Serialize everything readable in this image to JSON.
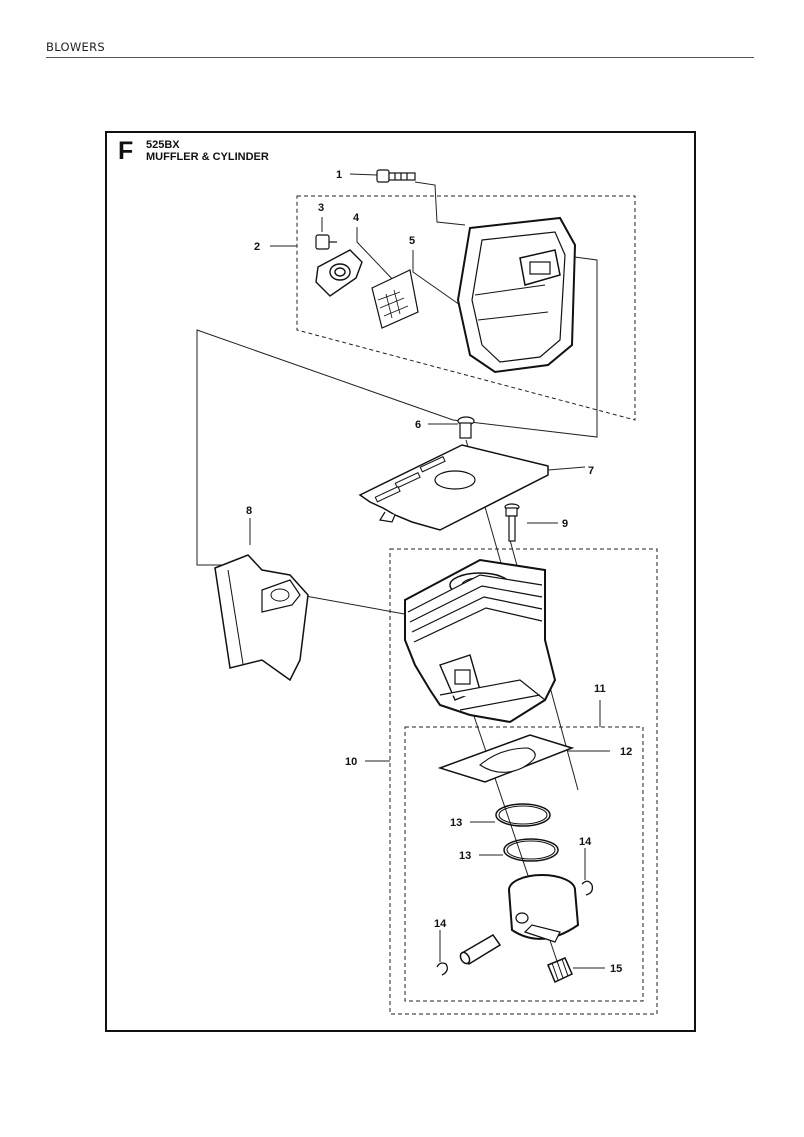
{
  "header": {
    "section_label": "BLOWERS"
  },
  "diagram": {
    "section_letter": "F",
    "model": "525BX",
    "title": "MUFFLER & CYLINDER",
    "callouts": [
      "1",
      "2",
      "3",
      "4",
      "5",
      "6",
      "7",
      "8",
      "9",
      "10",
      "11",
      "12",
      "13",
      "13",
      "14",
      "14",
      "15"
    ]
  }
}
